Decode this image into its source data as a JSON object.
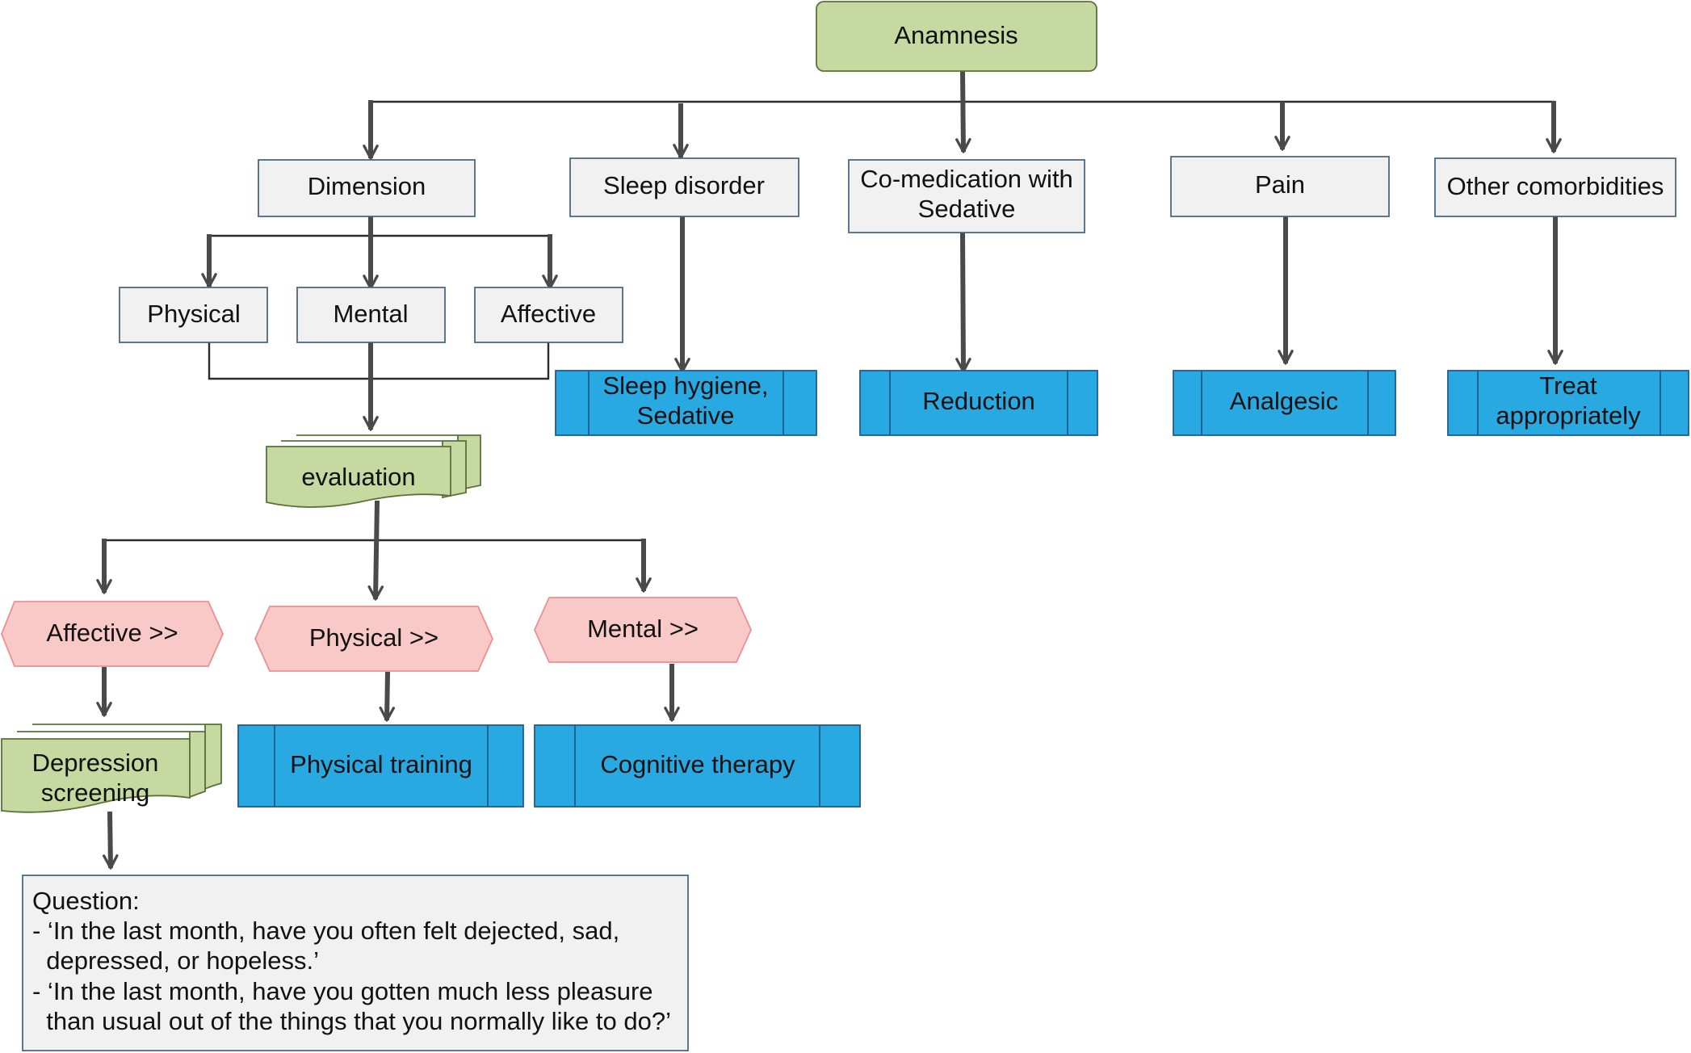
{
  "root": {
    "label": "Anamnesis"
  },
  "categories": {
    "dimension": "Dimension",
    "sleep_disorder": "Sleep disorder",
    "comedication": [
      "Co-medication with",
      "Sedative"
    ],
    "pain": "Pain",
    "other_comorbidities": "Other comorbidities"
  },
  "dimensions": {
    "physical": "Physical",
    "mental": "Mental",
    "affective": "Affective"
  },
  "evaluation": {
    "label": "evaluation"
  },
  "evaluation_branches": {
    "affective": "Affective >>",
    "physical": "Physical >>",
    "mental": "Mental >>"
  },
  "treatments": {
    "sleep": [
      "Sleep hygiene,",
      "Sedative"
    ],
    "reduction": "Reduction",
    "analgesic": "Analgesic",
    "treat": [
      "Treat",
      "appropriately"
    ],
    "physical_training": "Physical training",
    "cognitive_therapy": "Cognitive therapy"
  },
  "depression_screening": {
    "label": [
      "Depression",
      "screening"
    ]
  },
  "question_box": {
    "heading": "Question:",
    "lines": [
      "- ‘In the last month, have you often felt dejected, sad,",
      "  depressed, or hopeless.’",
      "- ‘In the last month, have you gotten much less pleasure",
      "  than usual out of the things that you normally like to do?’"
    ]
  },
  "colors": {
    "green_fill": "#c6d9a0",
    "gray_fill": "#f1f1f2",
    "pink_fill": "#f9c9c8",
    "blue_fill": "#29a9e1",
    "arrow": "#4a4a4a"
  }
}
